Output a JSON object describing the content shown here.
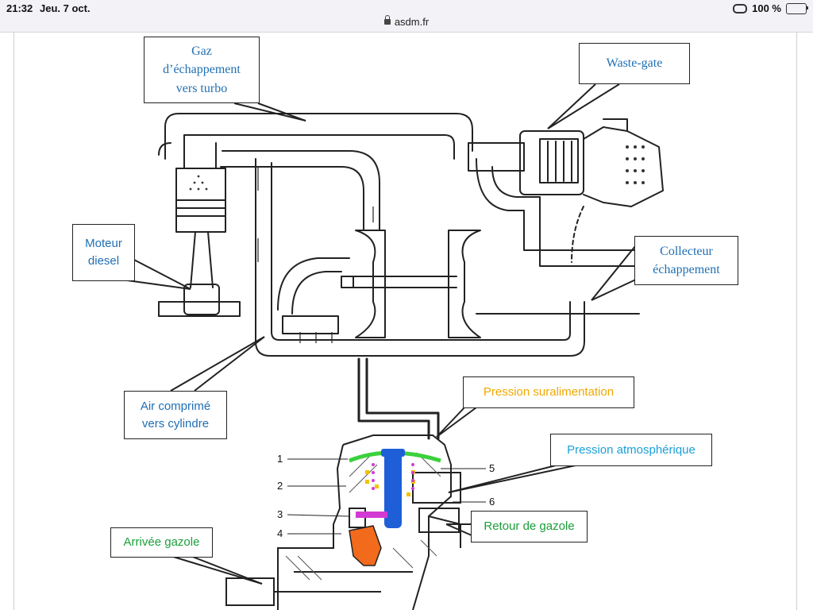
{
  "status_bar": {
    "time": "21:32",
    "date": "Jeu. 7 oct.",
    "url": "asdm.fr",
    "battery": "100 %"
  },
  "labels": {
    "gaz": "Gaz\nd’échappement\nvers turbo",
    "wastegate": "Waste-gate",
    "moteur": "Moteur\ndiesel",
    "collecteur": "Collecteur\néchappement",
    "air": "Air comprimé\nvers cylindre",
    "pression_sural": "Pression suralimentation",
    "pression_atm": "Pression atmosphérique",
    "retour": "Retour de gazole",
    "arrivee": "Arrivée gazole"
  },
  "part_numbers": [
    "1",
    "2",
    "3",
    "4",
    "5",
    "6"
  ],
  "colors": {
    "blue_text": "#1f6fb4",
    "cyan_text": "#1aa0d8",
    "orange_text": "#f0a800",
    "green_text": "#1a9e3a",
    "diaphragm_green": "#3bd13b",
    "piston_blue": "#1e5fd8",
    "lever_orange": "#f26a1b",
    "pin_magenta": "#d33ad3",
    "spring_yellow": "#f2c200"
  }
}
